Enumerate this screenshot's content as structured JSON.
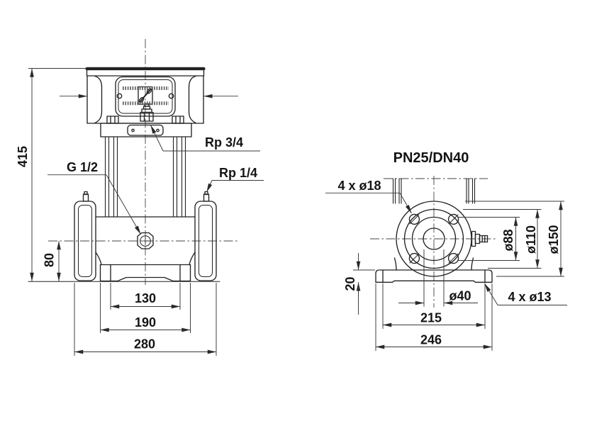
{
  "drawing": {
    "front": {
      "dim_total_height": "415",
      "dim_port_height": "80",
      "dim_stand_width": "130",
      "dim_base_width": "190",
      "dim_overall_width": "280",
      "label_gauge_port": "G 1/2",
      "label_vent_port": "Rp 3/4",
      "label_plug_port": "Rp 1/4"
    },
    "side": {
      "title": "PN25/DN40",
      "label_flange_holes": "4 x ø18",
      "label_base_holes": "4 x ø13",
      "dim_base_thickness": "20",
      "dim_bore": "ø40",
      "dim_raised_face": "ø88",
      "dim_bolt_circle": "ø110",
      "dim_flange_od": "ø150",
      "dim_base_hole_spacing": "215",
      "dim_base_width": "246"
    },
    "colors": {
      "line": "#222222",
      "dimension": "#383838",
      "background": "#ffffff"
    }
  }
}
